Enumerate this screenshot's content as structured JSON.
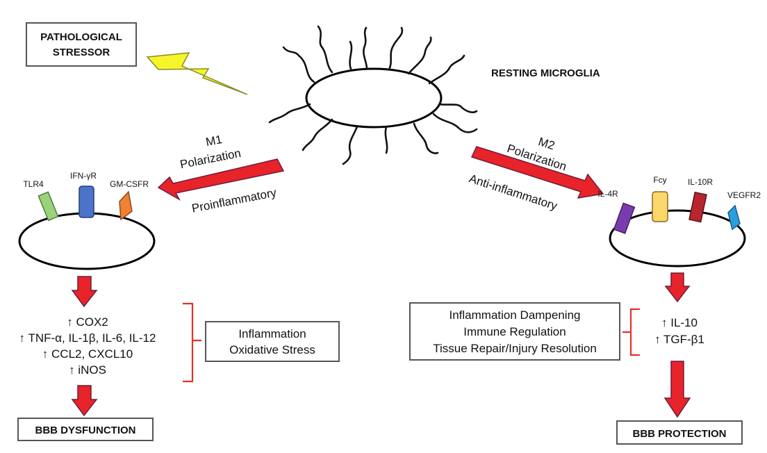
{
  "colors": {
    "arrow": "#e8232a",
    "arrow_outline": "#6b1f3a",
    "bolt": "#f5f52a",
    "brace": "#e0312b",
    "tlr4": "#9bd37d",
    "ifn_gr": "#4a73c9",
    "gm_csfr": "#f08233",
    "il4r": "#7b3bb0",
    "fcy": "#fbd66a",
    "il10r": "#b8252e",
    "vegfr2": "#2a9fe0"
  },
  "stressor": {
    "line1": "PATHOLOGICAL",
    "line2": "STRESSOR"
  },
  "resting_label": "RESTING MICROGLIA",
  "m1": {
    "line1": "M1",
    "line2": "Polarization",
    "subtitle": "Proinflammatory",
    "receptors": {
      "tlr4": "TLR4",
      "ifn": "IFN-γR",
      "gm": "GM-CSFR"
    },
    "markers": [
      "↑ COX2",
      "↑ TNF-α, IL-1β, IL-6, IL-12",
      "↑ CCL2, CXCL10",
      "↑ iNOS"
    ],
    "effects": [
      "Inflammation",
      "Oxidative Stress"
    ],
    "outcome": "BBB DYSFUNCTION"
  },
  "m2": {
    "line1": "M2",
    "line2": "Polarization",
    "subtitle": "Anti-inflammatory",
    "receptors": {
      "il4r": "IL-4R",
      "fcy": "Fcy",
      "il10r": "IL-10R",
      "vegfr2": "VEGFR2"
    },
    "markers": [
      "↑ IL-10",
      "↑ TGF-β1"
    ],
    "effects": [
      "Inflammation Dampening",
      "Immune Regulation",
      "Tissue Repair/Injury Resolution"
    ],
    "outcome": "BBB PROTECTION"
  }
}
